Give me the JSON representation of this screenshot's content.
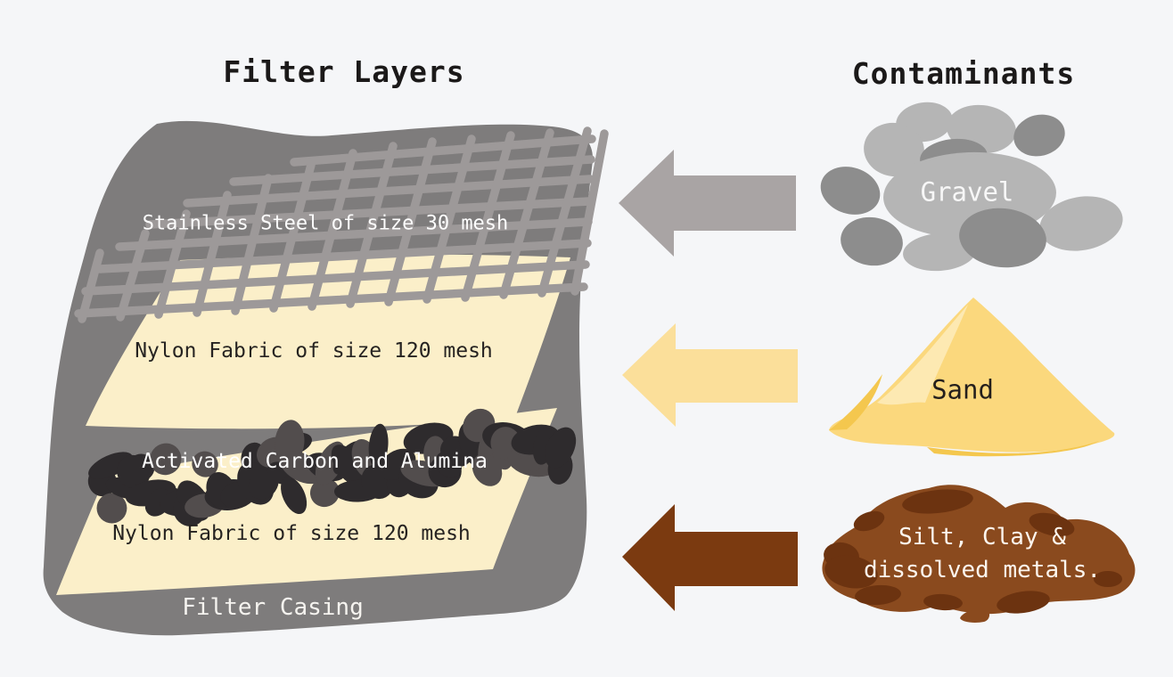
{
  "page": {
    "background": "#f5f6f8"
  },
  "left_panel": {
    "title": "Filter Layers",
    "layers": [
      {
        "name": "stainless-steel-mesh",
        "label": "Stainless Steel of size 30 mesh",
        "text_color": "#fdfdfd"
      },
      {
        "name": "nylon-fabric-top",
        "label": "Nylon Fabric of size 120 mesh",
        "text_color": "#262321"
      },
      {
        "name": "activated-carbon",
        "label": "Activated Carbon and Alumina",
        "text_color": "#ffffff"
      },
      {
        "name": "nylon-fabric-bottom",
        "label": "Nylon Fabric of size 120 mesh",
        "text_color": "#262321"
      }
    ],
    "casing_label": "Filter Casing"
  },
  "right_panel": {
    "title": "Contaminants",
    "items": [
      {
        "name": "gravel",
        "label": "Gravel",
        "label_color": "#f7f7f7",
        "arrow_icon": "left-arrow",
        "arrow_color": "#a9a4a4"
      },
      {
        "name": "sand",
        "label": "Sand",
        "label_color": "#241f1c",
        "arrow_icon": "left-arrow",
        "arrow_color": "#fbdf9a"
      },
      {
        "name": "silt",
        "label_line1": "Silt, Clay &",
        "label_line2": "dissolved metals.",
        "label_color": "#fdf6ee",
        "arrow_icon": "left-arrow",
        "arrow_color": "#7b3a10"
      }
    ]
  },
  "palette": {
    "casing": "#7e7c7c",
    "mesh": "#9d9999",
    "fabric": "#fbefc9",
    "carbon_dark": "#2e2b2d",
    "carbon_mid": "#524d4d",
    "rock_light": "#b5b5b5",
    "rock_dark": "#8d8d8d",
    "sand": "#fbd87d",
    "sand_light": "#fde9b2",
    "sand_dark": "#f4c74e",
    "silt": "#8a4a1e",
    "silt_dark": "#6c3310"
  }
}
